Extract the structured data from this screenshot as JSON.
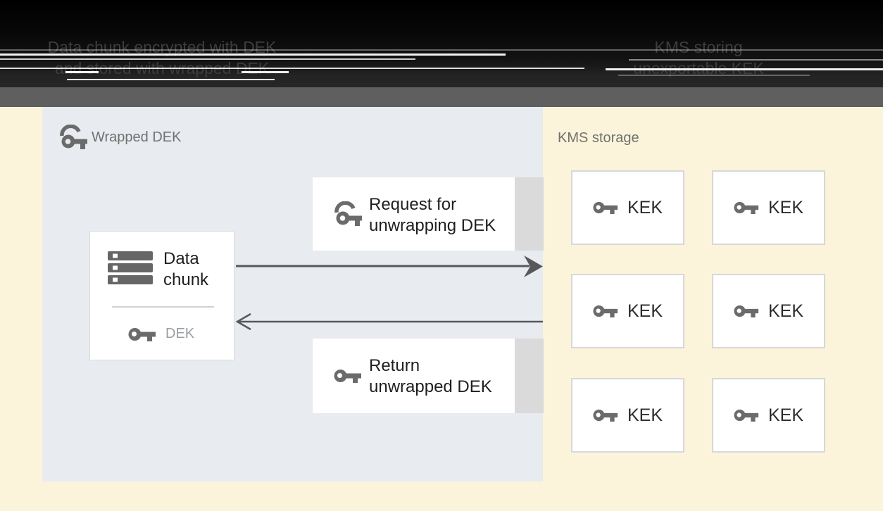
{
  "colors": {
    "band_background": "#0a0a0a",
    "band_text": "#3d3d3d",
    "divider_bar": "#5f5f60",
    "cream_background": "#fcf4da",
    "panel_background": "#e8ebef",
    "box_border": "#d7d9db",
    "icon_gray": "#6b6b6b",
    "label_gray": "#717171",
    "text_dark": "#1f1f1f",
    "dek_label_gray": "#9b9fa3",
    "arrow_gray": "#58585b",
    "strip_gray": "#dadada"
  },
  "band": {
    "left_caption": {
      "lines": [
        "Data chunk encrypted with DEK",
        "and stored with wrapped DEK"
      ]
    },
    "right_caption": {
      "lines": [
        "KMS storing",
        "unexportable KEK"
      ]
    }
  },
  "wrapped_panel": {
    "title": "Wrapped DEK",
    "title_icon": "wrapped-key-icon",
    "data_chunk": {
      "icon": "data-chunk-icon",
      "lines": [
        "Data",
        "chunk"
      ],
      "key_icon": "key-icon",
      "key_label": "DEK"
    },
    "request_box": {
      "icon": "wrapped-key-icon",
      "lines": [
        "Request for",
        "unwrapping DEK"
      ]
    },
    "return_box": {
      "icon": "key-icon",
      "lines": [
        "Return",
        "unwrapped DEK"
      ]
    }
  },
  "kms_panel": {
    "title": "KMS storage",
    "keys": [
      {
        "icon": "key-icon",
        "label": "KEK"
      },
      {
        "icon": "key-icon",
        "label": "KEK"
      },
      {
        "icon": "key-icon",
        "label": "KEK"
      },
      {
        "icon": "key-icon",
        "label": "KEK"
      },
      {
        "icon": "key-icon",
        "label": "KEK"
      },
      {
        "icon": "key-icon",
        "label": "KEK"
      }
    ]
  },
  "arrows": [
    {
      "name": "request-arrow",
      "direction": "right",
      "from": "Data chunk",
      "to": "KMS storage"
    },
    {
      "name": "return-arrow",
      "direction": "left",
      "from": "KMS storage",
      "to": "Data chunk"
    }
  ]
}
